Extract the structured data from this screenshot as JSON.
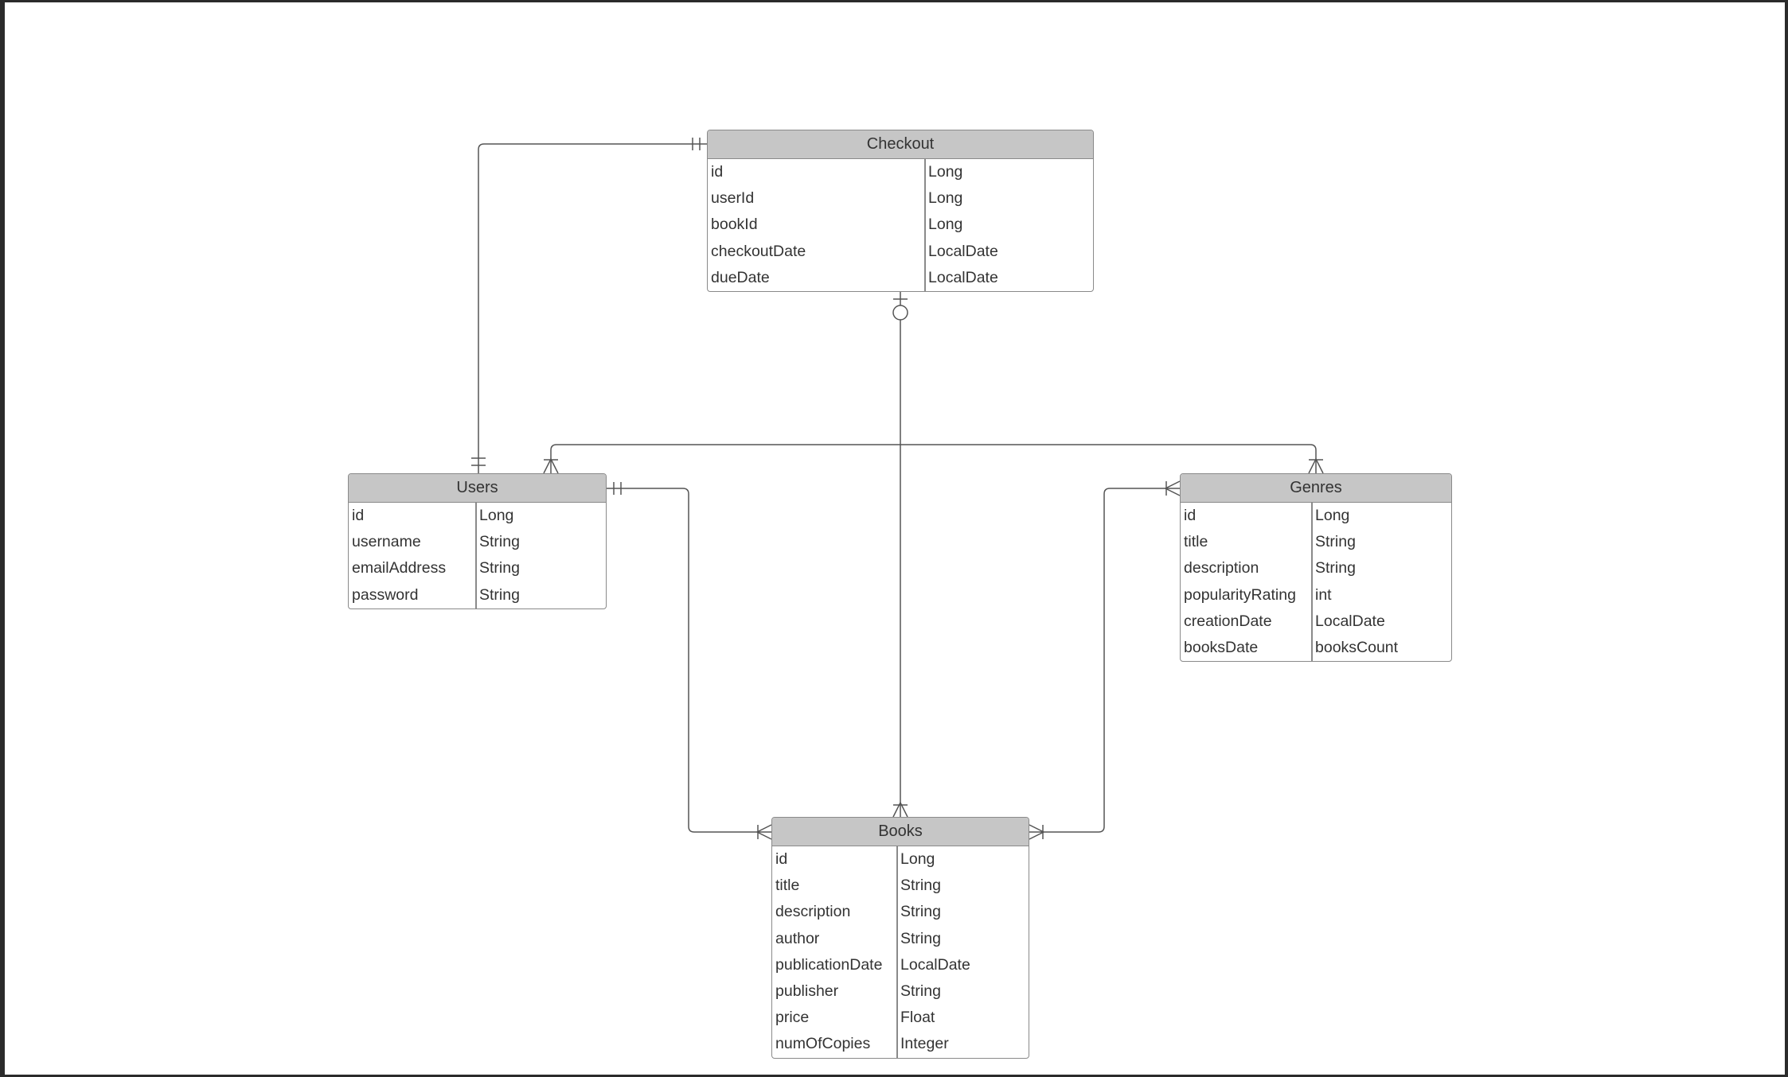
{
  "diagram": {
    "line_color": "#555555",
    "header_color": "#c6c6c6",
    "border_color": "#8a8a8a",
    "entities": {
      "checkout": {
        "title": "Checkout",
        "fields": [
          {
            "name": "id",
            "type": "Long"
          },
          {
            "name": "userId",
            "type": "Long"
          },
          {
            "name": "bookId",
            "type": "Long"
          },
          {
            "name": "checkoutDate",
            "type": "LocalDate"
          },
          {
            "name": "dueDate",
            "type": "LocalDate"
          }
        ]
      },
      "users": {
        "title": "Users",
        "fields": [
          {
            "name": "id",
            "type": "Long"
          },
          {
            "name": "username",
            "type": "String"
          },
          {
            "name": "emailAddress",
            "type": "String"
          },
          {
            "name": "password",
            "type": "String"
          }
        ]
      },
      "genres": {
        "title": "Genres",
        "fields": [
          {
            "name": "id",
            "type": "Long"
          },
          {
            "name": "title",
            "type": "String"
          },
          {
            "name": "description",
            "type": "String"
          },
          {
            "name": "popularityRating",
            "type": "int"
          },
          {
            "name": "creationDate",
            "type": "LocalDate"
          },
          {
            "name": "booksDate",
            "type": "booksCount"
          }
        ]
      },
      "books": {
        "title": "Books",
        "fields": [
          {
            "name": "id",
            "type": "Long"
          },
          {
            "name": "title",
            "type": "String"
          },
          {
            "name": "description",
            "type": "String"
          },
          {
            "name": "author",
            "type": "String"
          },
          {
            "name": "publicationDate",
            "type": "LocalDate"
          },
          {
            "name": "publisher",
            "type": "String"
          },
          {
            "name": "price",
            "type": "Float"
          },
          {
            "name": "numOfCopies",
            "type": "Integer"
          }
        ]
      }
    },
    "relationships": [
      {
        "from": "checkout",
        "to": "users",
        "from_cardinality": "one-and-only-one",
        "to_cardinality": "one-and-only-one"
      },
      {
        "from": "checkout",
        "to": "books",
        "from_cardinality": "zero-or-one",
        "to_cardinality": "one-or-many"
      },
      {
        "from": "checkout",
        "to": "users",
        "from_cardinality": "zero-or-one",
        "to_cardinality": "one-or-many"
      },
      {
        "from": "checkout",
        "to": "genres",
        "from_cardinality": "zero-or-one",
        "to_cardinality": "one-or-many"
      },
      {
        "from": "users",
        "to": "books",
        "from_cardinality": "one-and-only-one",
        "to_cardinality": "one-or-many"
      },
      {
        "from": "genres",
        "to": "books",
        "from_cardinality": "one-or-many",
        "to_cardinality": "one-or-many"
      }
    ]
  }
}
